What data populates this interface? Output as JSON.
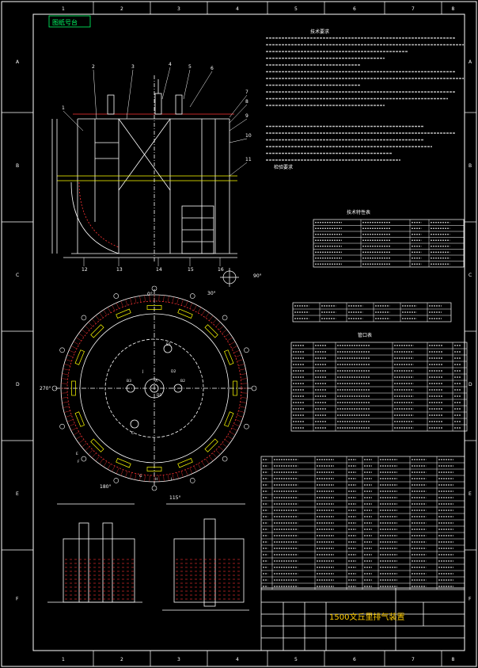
{
  "border": {
    "cols": [
      "1",
      "2",
      "3",
      "4",
      "5",
      "6",
      "7",
      "8"
    ],
    "rows": [
      "A",
      "B",
      "C",
      "D",
      "E",
      "F"
    ]
  },
  "stamp_label": "图纸号台",
  "drawing_title": "1500文丘里排气装置",
  "balloons_top": [
    "1",
    "2",
    "3",
    "4",
    "5",
    "6",
    "7",
    "8",
    "9",
    "10",
    "11"
  ],
  "balloons_bottom": [
    "12",
    "13",
    "14",
    "15",
    "16"
  ],
  "nozzle_letters": [
    "A",
    "B1",
    "B2",
    "B3",
    "C",
    "D1",
    "D2",
    "E",
    "F",
    "G",
    "H",
    "I",
    "J"
  ],
  "angles": [
    "0°",
    "90°",
    "180°",
    "270°",
    "30°",
    "115°"
  ],
  "tech_notes_title": "技术要求",
  "notes_title2": "检验要求",
  "nozzle_table_title": "管口表",
  "spec_table_title": "技术特性表",
  "colors": {
    "frame": "#ffffff",
    "accent": "#ffff00",
    "title": "#00ff66",
    "hatch": "#ff3333"
  }
}
